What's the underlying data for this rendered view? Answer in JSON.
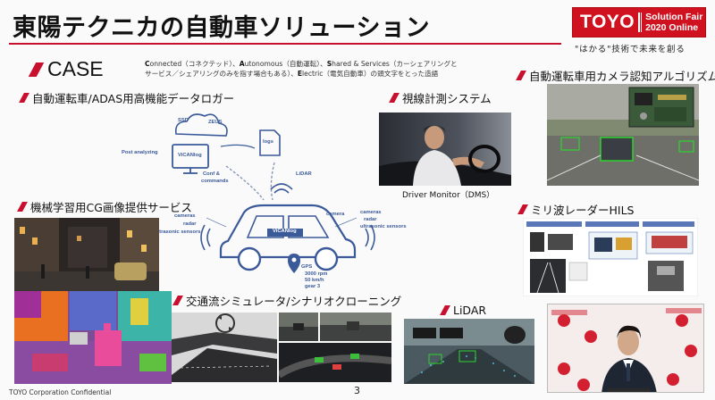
{
  "header": {
    "title": "東陽テクニカの自動車ソリューション",
    "logo_main": "TOYO",
    "logo_sub_1": "Solution Fair",
    "logo_sub_2": "2020 Online",
    "tagline": "\"はかる\"技術で未来を創る"
  },
  "case": {
    "heading": "CASE",
    "c_letter": "C",
    "c_rest": "onnected（コネクテッド）、",
    "a_letter": "A",
    "a_rest": "utonomous（自動運転）、",
    "s_letter": "S",
    "s_rest": "hared & Services（カーシェアリングとサービス／シェアリングのみを指す場合もある）、",
    "e_letter": "E",
    "e_rest": "lectric（電気自動車）の頭文字をとった造語"
  },
  "sections": {
    "adas": "自動運転車/ADAS用高機能データロガー",
    "gaze": "視線計測システム",
    "camera": "自動運転車用カメラ認知アルゴリズム",
    "cg": "機械学習用CG画像提供サービス",
    "radar": "ミリ波レーダーHILS",
    "traffic": "交通流シミュレータ/シナリオクローニング",
    "lidar": "LiDAR"
  },
  "captions": {
    "dms": "Driver Monitor（DMS）"
  },
  "diagram": {
    "ssd": "SSD",
    "zeus": "ZEUS",
    "vicanlog": "ViCANlog",
    "post_analyzing": "Post analyzing",
    "logs": "logs",
    "conf": "Conf &",
    "commands": "commands",
    "lidar": "LiDAR",
    "camera_top": "camera",
    "left_cameras": "cameras",
    "left_radar": "radar",
    "left_ultra": "ultrasonic sensors",
    "right_cameras": "cameras",
    "right_radar": "radar",
    "right_ultra": "ultrasonic sensors",
    "car_label": "ViCANlog",
    "gps": "GPS",
    "rpm": "3000 rpm",
    "speed": "50 km/h",
    "gear": "gear 3"
  },
  "footer": {
    "confidential": "TOYO Corporation Confidential",
    "page": "3"
  },
  "colors": {
    "accent_red": "#c8102e",
    "diagram_blue": "#3b5a9a"
  }
}
